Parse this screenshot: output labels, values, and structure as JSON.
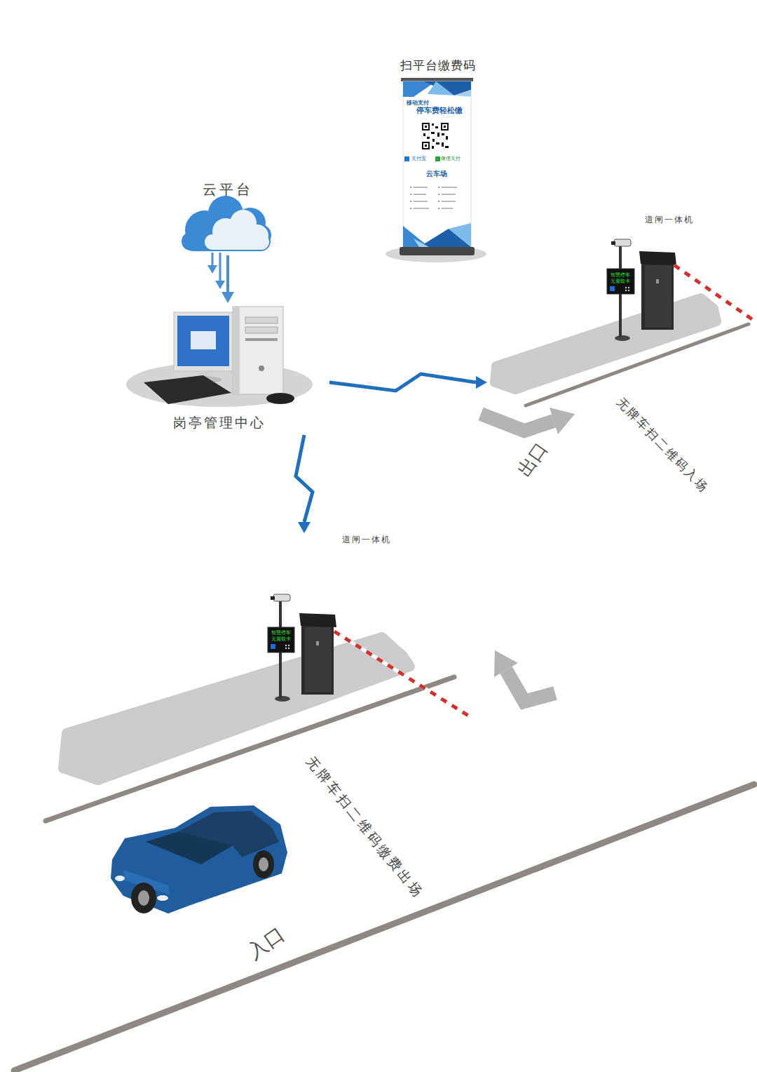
{
  "diagram": {
    "nodes": [
      {
        "text": [
          "扫平台缴费码",
          "移动支付",
          "停车费轻松缴",
          "支付宝",
          "微信支付",
          "云车场"
        ]
      },
      {
        "text": [
          "云平台"
        ]
      },
      {
        "text": [
          "道闸一体机"
        ]
      },
      {
        "text": [
          "岗亭管理中心"
        ]
      },
      {
        "text": [
          "道闸一体机"
        ]
      }
    ],
    "edges": [
      {
        "from": 1,
        "to": 3,
        "arrow": "to"
      },
      {
        "from": 3,
        "to": 2,
        "arrow": "to"
      },
      {
        "from": 3,
        "to": 4,
        "arrow": "to"
      }
    ],
    "labels": [
      "智慧停车",
      "无需取卡",
      "出口",
      "无牌车扫二维码入场",
      "智慧停车",
      "无需取卡",
      "无牌车扫二维码缴费出场",
      "入口"
    ]
  }
}
